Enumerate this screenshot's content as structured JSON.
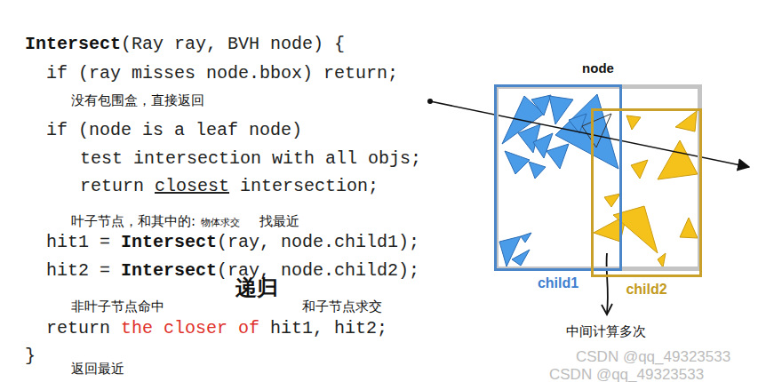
{
  "diagram": {
    "nodes": [
      {
        "text": [
          "node"
        ]
      },
      {
        "text": [
          "child1"
        ],
        "in": 0
      },
      {
        "text": [
          "child2"
        ],
        "in": 0
      }
    ],
    "labels": [
      "Intersect",
      "(Ray ray, BVH node) {",
      "if (ray misses node.bbox) return;",
      "没有包围盒，直接返回",
      "if (node is a leaf node)",
      "test intersection with all objs;",
      "return",
      "closest",
      "intersection;",
      "叶子节点，和其中的:",
      "物体求交",
      "找最近",
      "hit1 =",
      "Intersect",
      "(ray, node.child1);",
      "hit2 =",
      "Intersect",
      "(ray, node.child2);",
      "递归",
      "非叶子节点命中",
      "和子节点求交",
      "return",
      "the closer of",
      "hit1, hit2;",
      "}",
      "返回最近",
      "中间计算多次",
      "CSDN @qq_49323533",
      "CSDN @qq_49323533"
    ]
  }
}
